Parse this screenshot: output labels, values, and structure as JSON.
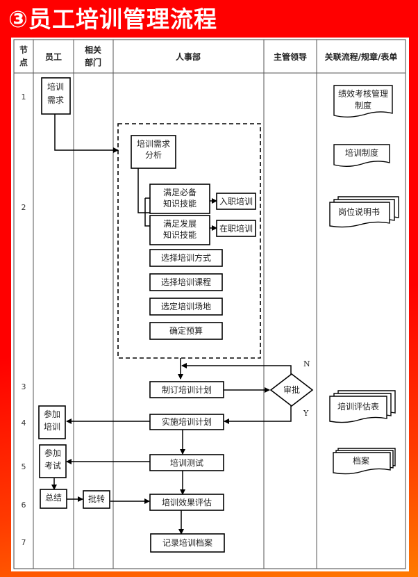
{
  "title": "③员工培训管理流程",
  "colors": {
    "background_top": "#ff0000",
    "background_bottom": "#ff7a00",
    "title_text": "#ffffff",
    "line": "#000000"
  },
  "table": {
    "headers": [
      "节\n点",
      "员工",
      "相关\n部门",
      "人事部",
      "主管领导",
      "关联流程/规章/表单"
    ],
    "rows": [
      "1",
      "2",
      "3",
      "4",
      "5",
      "6",
      "7"
    ]
  },
  "flow": {
    "employee": {
      "training_demand": "培训\n需求",
      "attend_training": "参加\n培训",
      "attend_exam": "参加\n考试",
      "summary": "总结"
    },
    "related_dept": {
      "forward": "批转"
    },
    "hr": {
      "needs_analysis": "培训需求\n分析",
      "meet_required": "满足必备\n知识技能",
      "meet_development": "满足发展\n知识技能",
      "onboarding_training": "入职培训",
      "onjob_training": "在职培训",
      "choose_method": "选择培训方式",
      "choose_course": "选择培训课程",
      "choose_venue": "选定培训场地",
      "set_budget": "确定预算",
      "make_plan": "制订培训计划",
      "execute_plan": "实施培训计划",
      "training_test": "培训测试",
      "evaluate": "培训效果评估",
      "record_archive": "记录培训档案"
    },
    "supervisor": {
      "approve": "审批",
      "no_label": "N",
      "yes_label": "Y"
    },
    "documents": {
      "performance_policy": "绩效考核管理\n制度",
      "training_policy": "培训制度",
      "job_description": "岗位说明书",
      "evaluation_form": "培训评估表",
      "archive": "档案"
    }
  }
}
